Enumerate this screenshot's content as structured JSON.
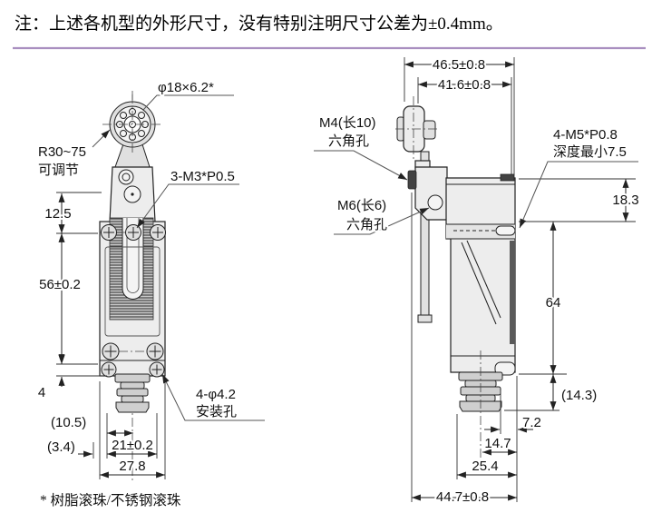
{
  "page": {
    "note": "注：上述各机型的外形尺寸，没有特别注明尺寸公差为±0.4mm。",
    "footnote": "* 树脂滚珠/不锈钢滚珠"
  },
  "front_view": {
    "roller_label": "φ18×6.2*",
    "radius_line1": "R30~75",
    "radius_line2": "可调节",
    "screw_label": "3-M3*P0.5",
    "mount_line1": "4-φ4.2",
    "mount_line2": "安装孔",
    "dims": {
      "d12_5": "12.5",
      "d56": "56±0.2",
      "d4": "4",
      "d10_5": "(10.5)",
      "d3_4": "(3.4)",
      "d21": "21±0.2",
      "d27_8": "27.8"
    }
  },
  "side_view": {
    "m4_line1": "M4(长10)",
    "m4_line2": "六角孔",
    "m6_line1": "M6(长6)",
    "m6_line2": "六角孔",
    "tap_line1": "4-M5*P0.8",
    "tap_line2": "深度最小7.5",
    "dims": {
      "d46_5": "46.5±0.8",
      "d41_6": "41.6±0.8",
      "d18_3": "18.3",
      "d64": "64",
      "d14_3": "(14.3)",
      "d7_2": "7.2",
      "d14_7": "14.7",
      "d25_4": "25.4",
      "d44_7": "44.7±0.8"
    }
  },
  "colors": {
    "line": "#222222",
    "divider": "#a98fc0",
    "fill_light": "#ededed",
    "fill_mid": "#d9d9d9",
    "fill_dark": "#434343"
  }
}
